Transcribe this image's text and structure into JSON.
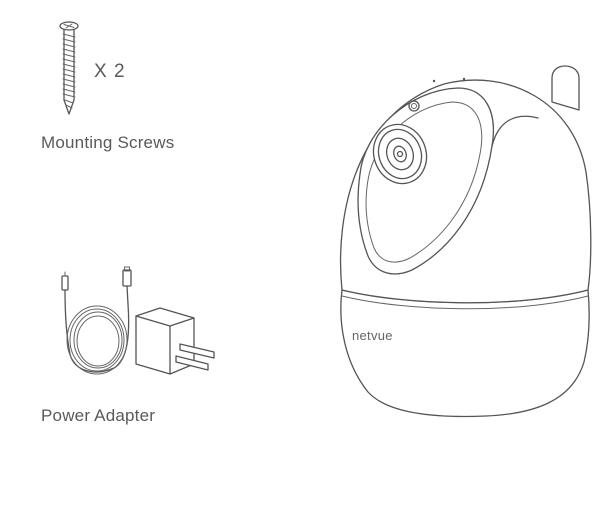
{
  "items": [
    {
      "quantity": "X 2",
      "caption": "Mounting Screws",
      "icon": "screw-icon"
    },
    {
      "caption": "Power Adapter",
      "icon": "power-adapter-icon"
    }
  ],
  "camera": {
    "brand": "netvue",
    "icon": "camera-icon"
  }
}
